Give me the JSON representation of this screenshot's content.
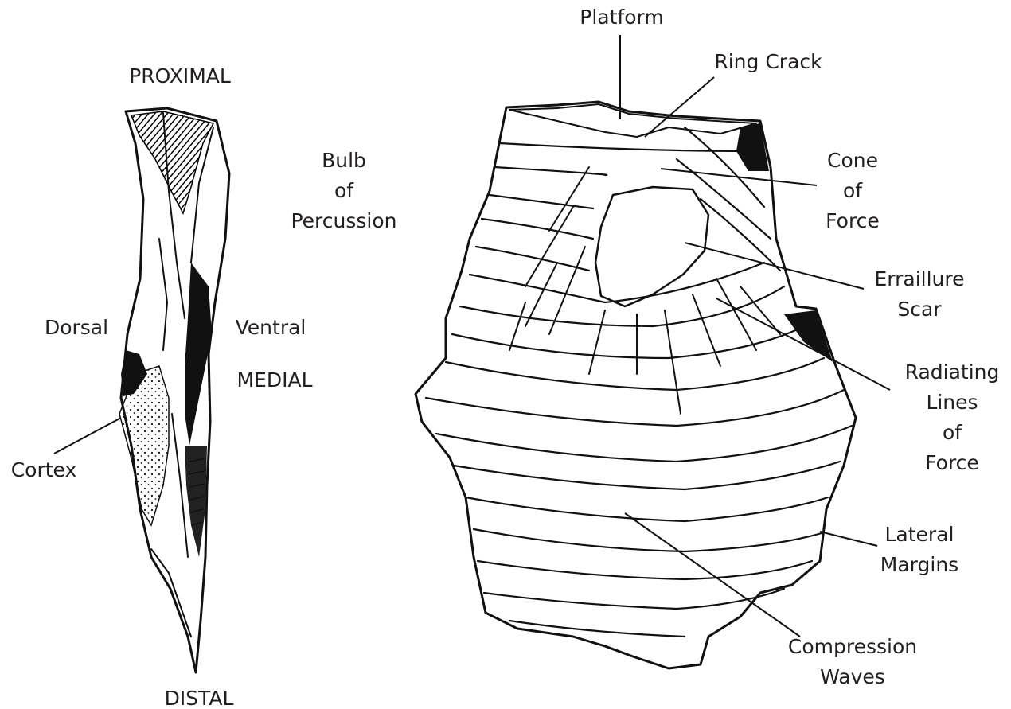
{
  "labels": {
    "proximal": "PROXIMAL",
    "distal": "DISTAL",
    "medial": "MEDIAL",
    "dorsal": "Dorsal",
    "ventral": "Ventral",
    "cortex": "Cortex",
    "bulb": [
      "Bulb",
      "of",
      "Percussion"
    ],
    "platform": "Platform",
    "ring_crack": "Ring Crack",
    "cone": [
      "Cone",
      "of",
      "Force"
    ],
    "erraillure": [
      "Erraillure",
      "Scar"
    ],
    "radiating": [
      "Radiating",
      "Lines",
      "of",
      "Force"
    ],
    "lateral": [
      "Lateral",
      "Margins"
    ],
    "compression": [
      "Compression",
      "Waves"
    ]
  }
}
